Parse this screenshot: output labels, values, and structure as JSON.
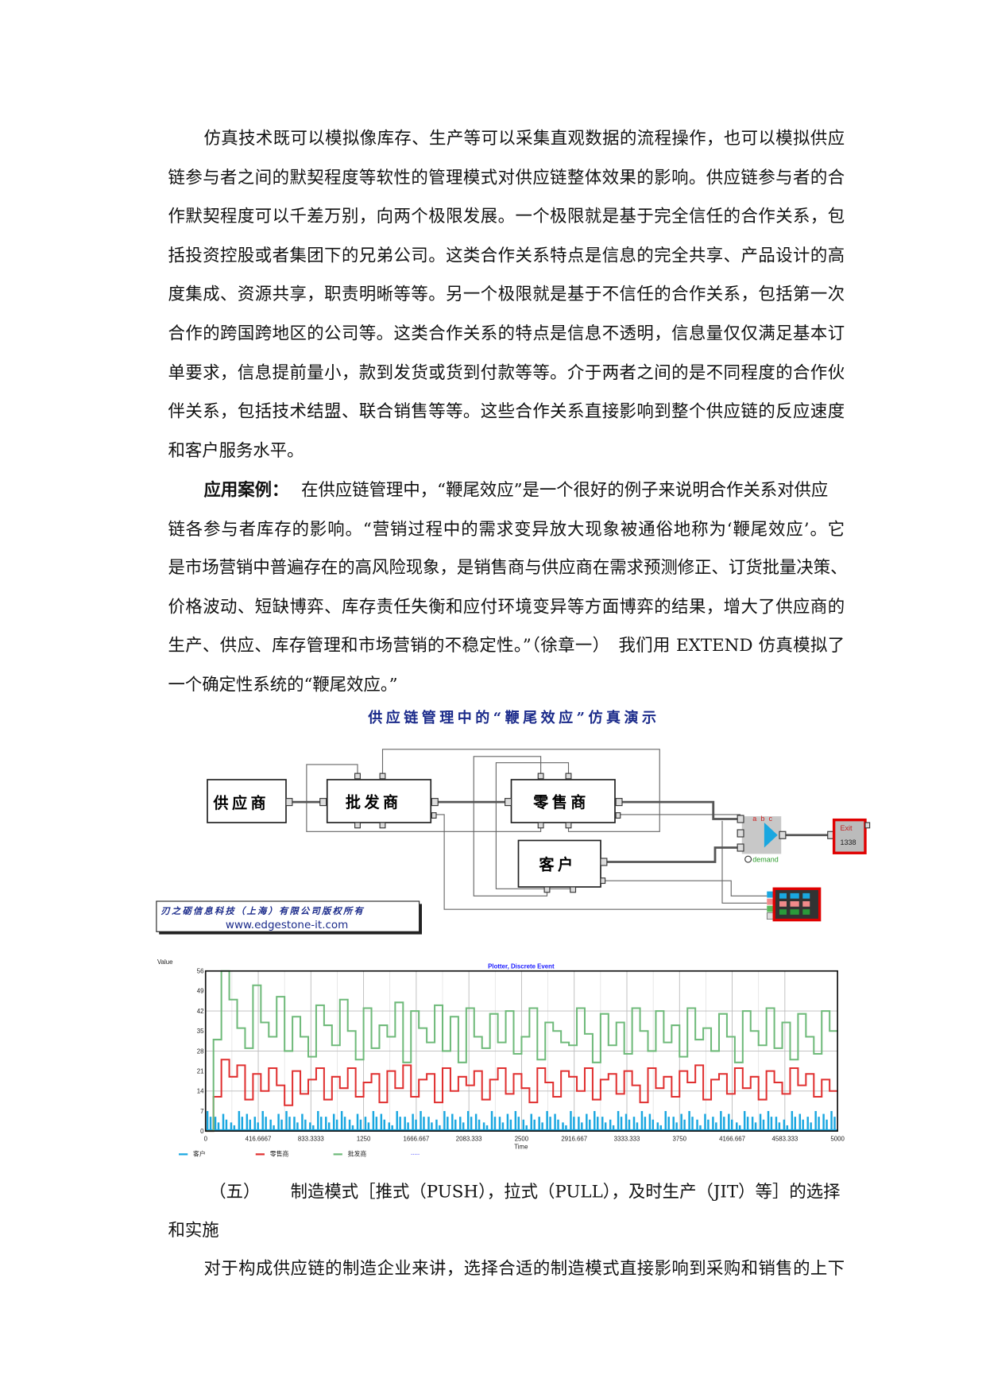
{
  "paragraph1": [
    "仿真技术既可以模拟像库存、生产等可以采集直观数据的流程操作，也可以模拟供应",
    "链参与者之间的默契程度等软性的管理模式对供应链整体效果的影响。供应链参与者的合",
    "作默契程度可以千差万别，向两个极限发展。一个极限就是基于完全信任的合作关系，包",
    "括投资控股或者集团下的兄弟公司。这类合作关系特点是信息的完全共享、产品设计的高",
    "度集成、资源共享，职责明晰等等。另一个极限就是基于不信任的合作关系，包括第一次",
    "合作的跨国跨地区的公司等。这类合作关系的特点是信息不透明，信息量仅仅满足基本订",
    "单要求，信息提前量小，款到发货或货到付款等等。介于两者之间的是不同程度的合作伙",
    "伴关系，包括技术结盟、联合销售等等。这些合作关系直接影响到整个供应链的反应速度",
    "和客户服务水平。"
  ],
  "paragraph2": {
    "lead_bold": "应用案例：",
    "lines": [
      "在供应链管理中，“鞭尾效应”是一个很好的例子来说明合作关系对供应",
      "链各参与者库存的影响。“营销过程中的需求变异放大现象被通俗地称为‘鞭尾效应’。它",
      "是市场营销中普遍存在的高风险现象，是销售商与供应商在需求预测修正、订货批量决策、",
      "价格波动、短缺博弈、库存责任失衡和应付环境变异等方面博弈的结果，增大了供应商的",
      "生产、供应、库存管理和市场营销的不稳定性。”（徐章一）　我们用 EXTEND 仿真模拟了",
      "一个确定性系统的“鞭尾效应。”"
    ]
  },
  "diagram": {
    "title": "供应链管理中的“鞭尾效应”仿真演示",
    "blocks": {
      "supplier": "供应商",
      "wholesaler": "批发商",
      "retailer": "零售商",
      "customer": "客户"
    },
    "mixer_inputs": [
      "a",
      "b",
      "c"
    ],
    "mixer_label": "demand",
    "exit_label": "Exit",
    "exit_count": "1338",
    "copyright": "刃之砺信息科技（上海）有限公司版权所有",
    "website": "www.edgestone-it.com"
  },
  "chart_data": {
    "type": "line",
    "title": "Plotter, Discrete Event",
    "xlabel": "Time",
    "ylabel": "Value",
    "xlim": [
      0,
      5000
    ],
    "ylim": [
      0,
      56
    ],
    "x_ticks": [
      "0",
      "416.6667",
      "833.3333",
      "1250",
      "1666.667",
      "2083.333",
      "2500",
      "2916.667",
      "3333.333",
      "3750",
      "4166.667",
      "4583.333",
      "5000"
    ],
    "y_ticks": [
      "0",
      "7",
      "14",
      "21",
      "28",
      "35",
      "42",
      "49",
      "56"
    ],
    "grid": true,
    "legend_position": "bottom-left",
    "x_step": 62.5,
    "series": [
      {
        "name": "客户",
        "color": "#1aa7e0",
        "style": "spikes",
        "values": [
          7,
          5,
          6,
          3,
          7,
          6,
          5,
          7,
          4,
          6,
          7,
          5,
          6,
          3,
          7,
          5,
          6,
          7,
          4,
          6,
          5,
          7,
          6,
          3,
          7,
          5,
          6,
          7,
          5,
          4,
          7,
          6,
          5,
          7,
          6,
          3,
          7,
          5,
          6,
          7,
          4,
          6,
          5,
          7,
          6,
          3,
          7,
          5,
          6,
          7,
          5,
          4,
          7,
          6,
          5,
          7,
          6,
          3,
          7,
          5,
          6,
          7,
          4,
          6,
          5,
          7,
          6,
          3,
          7,
          5,
          6,
          7,
          5,
          4,
          7,
          6,
          5,
          7,
          6,
          7
        ]
      },
      {
        "name": "零售商",
        "color": "#e03030",
        "style": "step",
        "values": [
          0,
          12,
          25,
          19,
          23,
          11,
          20,
          14,
          22,
          16,
          9,
          21,
          13,
          18,
          22,
          11,
          19,
          15,
          22,
          12,
          17,
          20,
          10,
          21,
          15,
          23,
          12,
          18,
          20,
          10,
          22,
          14,
          19,
          16,
          21,
          11,
          18,
          22,
          13,
          20,
          15,
          10,
          22,
          17,
          12,
          21,
          19,
          14,
          22,
          11,
          18,
          20,
          13,
          21,
          16,
          10,
          22,
          15,
          19,
          12,
          21,
          17,
          23,
          11,
          18,
          20,
          13,
          22,
          15,
          19,
          11,
          21,
          17,
          13,
          22,
          16,
          20,
          12,
          18,
          14
        ]
      },
      {
        "name": "批发商",
        "color": "#6fba7a",
        "style": "step",
        "values": [
          0,
          32,
          56,
          46,
          36,
          29,
          51,
          38,
          33,
          47,
          28,
          40,
          33,
          26,
          44,
          37,
          30,
          46,
          35,
          25,
          43,
          29,
          37,
          33,
          45,
          24,
          42,
          36,
          31,
          44,
          28,
          40,
          24,
          43,
          33,
          29,
          41,
          31,
          42,
          27,
          33,
          43,
          25,
          38,
          35,
          31,
          30,
          43,
          34,
          24,
          41,
          30,
          38,
          27,
          43,
          35,
          28,
          42,
          31,
          37,
          26,
          43,
          32,
          36,
          28,
          41,
          33,
          24,
          42,
          35,
          30,
          43,
          29,
          38,
          25,
          41,
          33,
          27,
          42,
          35
        ]
      },
      {
        "name": "",
        "color": "#8080ff",
        "style": "dotted",
        "values": []
      }
    ]
  },
  "section5": {
    "number": "（五）",
    "heading": "制造模式［推式（PUSH），拉式（PULL），及时生产（JIT）等］的选择",
    "heading_cont": "和实施",
    "body_line": "对于构成供应链的制造企业来讲，选择合适的制造模式直接影响到采购和销售的上下"
  }
}
